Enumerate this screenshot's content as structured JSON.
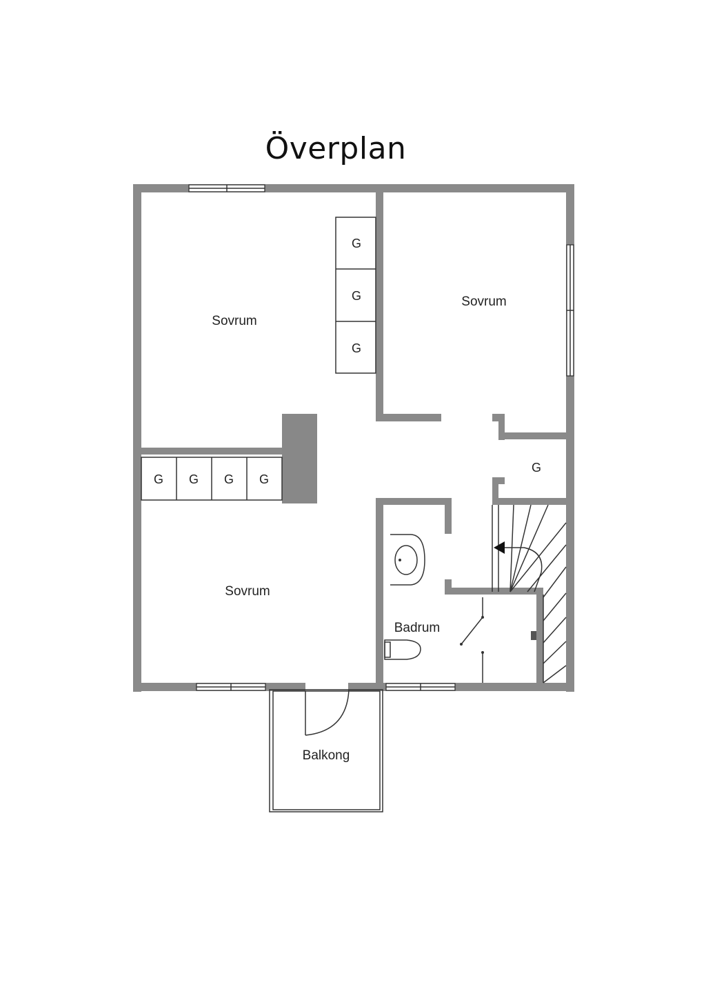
{
  "title": "Överplan",
  "rooms": {
    "bedroom_top_left": "Sovrum",
    "bedroom_top_right": "Sovrum",
    "bedroom_bottom_left": "Sovrum",
    "bathroom": "Badrum",
    "balcony": "Balkong"
  },
  "wardrobe_label": "G",
  "colors": {
    "wall": "#8a8a8a",
    "chimney": "#888888",
    "line": "#333333"
  }
}
